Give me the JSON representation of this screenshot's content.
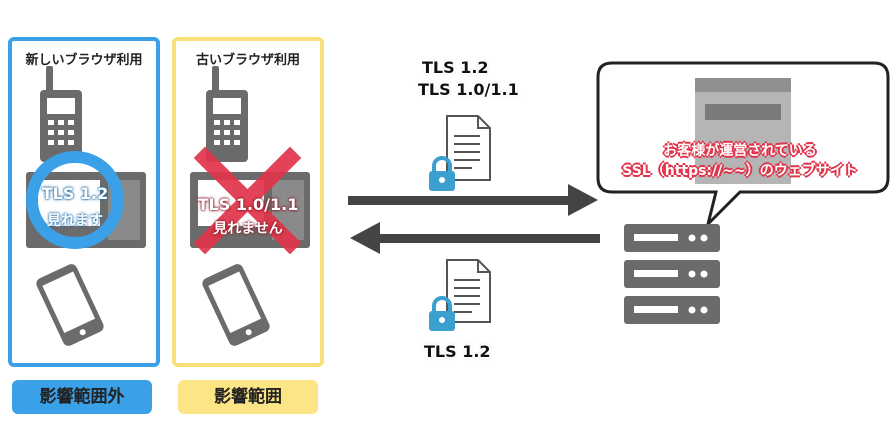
{
  "panels": {
    "new_browser": {
      "title": "新しいブラウザ利用",
      "tls_version": "TLS 1.2",
      "status": "見れます",
      "badge": "影響範囲外"
    },
    "old_browser": {
      "title": "古いブラウザ利用",
      "tls_version": "TLS 1.0/1.1",
      "status": "見れません",
      "badge": "影響範囲"
    }
  },
  "request": {
    "tls_line1": "TLS 1.2",
    "tls_line2": "TLS 1.0/1.1"
  },
  "response": {
    "tls": "TLS 1.2"
  },
  "server": {
    "bubble_line1": "お客様が運営されている",
    "bubble_line2": "SSL（https://~~）のウェブサイト"
  },
  "colors": {
    "blue": "#3aa0e8",
    "yellow": "#fbe585",
    "red": "#e0344a",
    "lock": "#3b9fd0",
    "device": "#6b6b6b"
  }
}
